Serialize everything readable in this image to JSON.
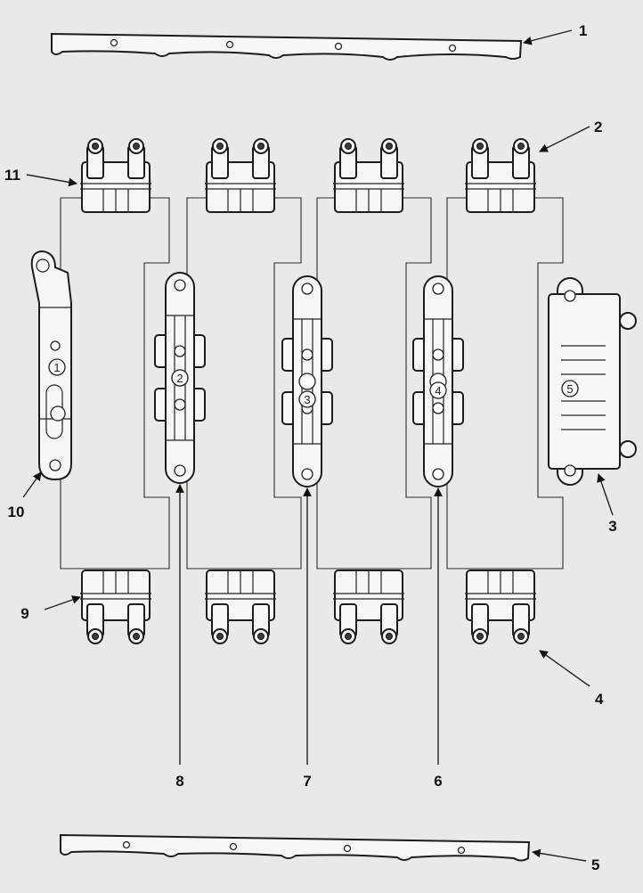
{
  "diagram": {
    "callouts": [
      "1",
      "2",
      "3",
      "4",
      "5",
      "6",
      "7",
      "8",
      "9",
      "10",
      "11"
    ],
    "cap_numbers": [
      "1",
      "2",
      "3",
      "4",
      "5"
    ]
  }
}
